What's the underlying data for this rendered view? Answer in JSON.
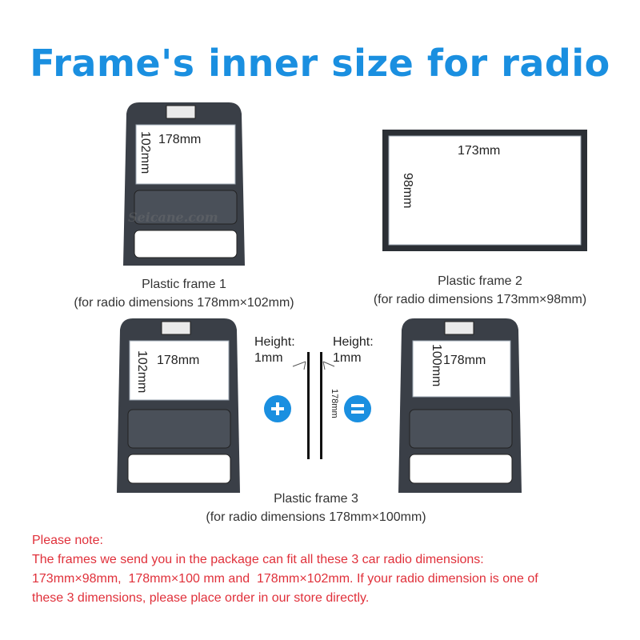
{
  "title": "Frame's inner size for radio",
  "watermark": "Seicane.com",
  "frame1": {
    "width_label": "178mm",
    "height_label": "102mm",
    "caption_line1": "Plastic frame 1",
    "caption_line2": "(for radio dimensions 178mm×102mm)"
  },
  "frame2": {
    "width_label": "173mm",
    "height_label": "98mm",
    "caption_line1": "Plastic frame 2",
    "caption_line2": "(for radio dimensions 173mm×98mm)"
  },
  "frame3": {
    "width_label": "178mm",
    "height_label": "102mm",
    "caption_line1": "Plastic frame 3",
    "caption_line2": "(for radio dimensions 178mm×100mm)"
  },
  "spacers": {
    "left_label_line1": "Height:",
    "left_label_line2": "1mm",
    "right_label_line1": "Height:",
    "right_label_line2": "1mm",
    "length_label": "178mm"
  },
  "result_frame": {
    "width_label": "178mm",
    "height_label": "100mm"
  },
  "operators": {
    "plus": "+",
    "equals": "="
  },
  "note": {
    "heading": "Please note:",
    "line1": "The frames we send you in the package can fit all these 3 car radio dimensions:",
    "line2": "173mm×98mm,  178mm×100 mm and  178mm×102mm. If your radio dimension is one of",
    "line3": "these 3 dimensions, please place order in our store directly."
  },
  "colors": {
    "accent": "#1a8fe0",
    "note": "#e0303a",
    "frame": "#3a3f47"
  }
}
